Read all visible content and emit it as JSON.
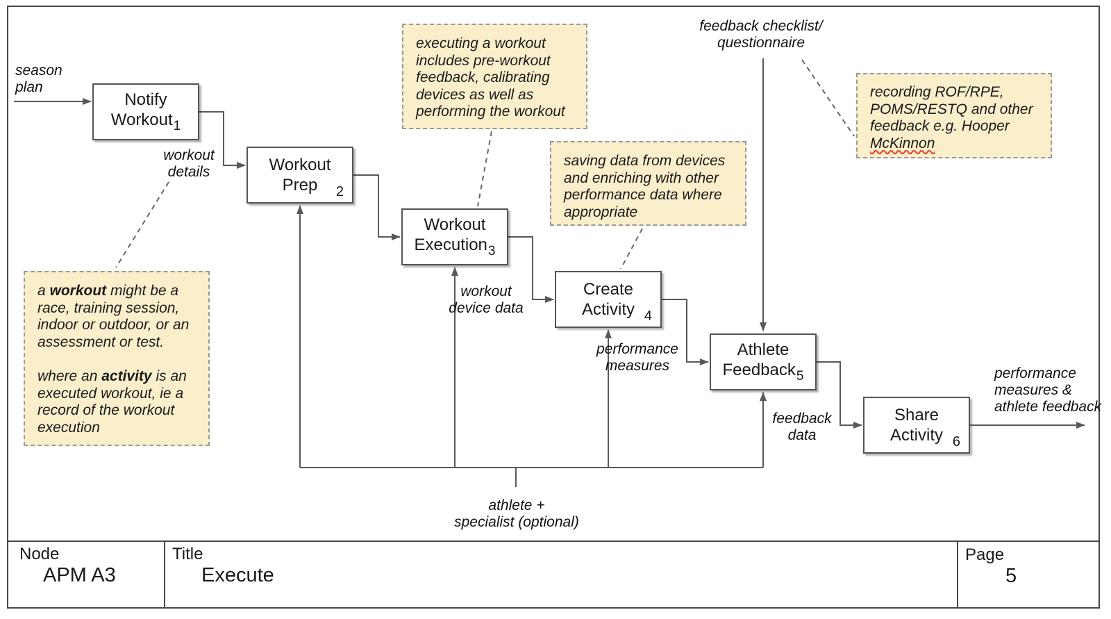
{
  "boxes": [
    {
      "line1": "Notify",
      "line2": "Workout",
      "number": "1"
    },
    {
      "line1": "Workout",
      "line2": "Prep",
      "number": "2"
    },
    {
      "line1": "Workout",
      "line2": "Execution",
      "number": "3"
    },
    {
      "line1": "Create",
      "line2": "Activity",
      "number": "4"
    },
    {
      "line1": "Athlete",
      "line2": "Feedback",
      "number": "5"
    },
    {
      "line1": "Share",
      "line2": "Activity",
      "number": "6"
    }
  ],
  "flow_labels": {
    "season_plan": "season\nplan",
    "workout_details": "workout\ndetails",
    "workout_device_data": "workout\ndevice data",
    "performance_measures": "performance\nmeasures",
    "feedback_data": "feedback\ndata",
    "output": "performance\nmeasures &\nathlete feedback",
    "mechanism": "athlete +\nspecialist (optional)",
    "control": "feedback checklist/\nquestionnaire"
  },
  "notes": {
    "executing": "executing a workout includes pre-workout feedback, calibrating devices as well as performing the workout",
    "saving": "saving data from devices and enriching with other performance data where appropriate",
    "definition": {
      "p1_pre": "a ",
      "p1_bold": "workout",
      "p1_rest": " might be a race, training session, indoor or outdoor, or an assessment or test.",
      "p2_pre": "where an ",
      "p2_bold": "activity",
      "p2_rest": " is an executed workout, ie a record of the workout execution"
    },
    "recording": {
      "pre": "recording ROF/RPE, POMS/RESTQ and other feedback e.g. Hooper ",
      "misspelled": "McKinnon"
    }
  },
  "title_block": {
    "node_label": "Node",
    "node_value": "APM A3",
    "title_label": "Title",
    "title_value": "Execute",
    "page_label": "Page",
    "page_value": "5"
  },
  "colors": {
    "note_fill": "#fbeecb",
    "note_border": "#999999",
    "box_border": "#545454",
    "arrow": "#595959",
    "frame": "#474747",
    "squiggle": "#e03c31"
  }
}
